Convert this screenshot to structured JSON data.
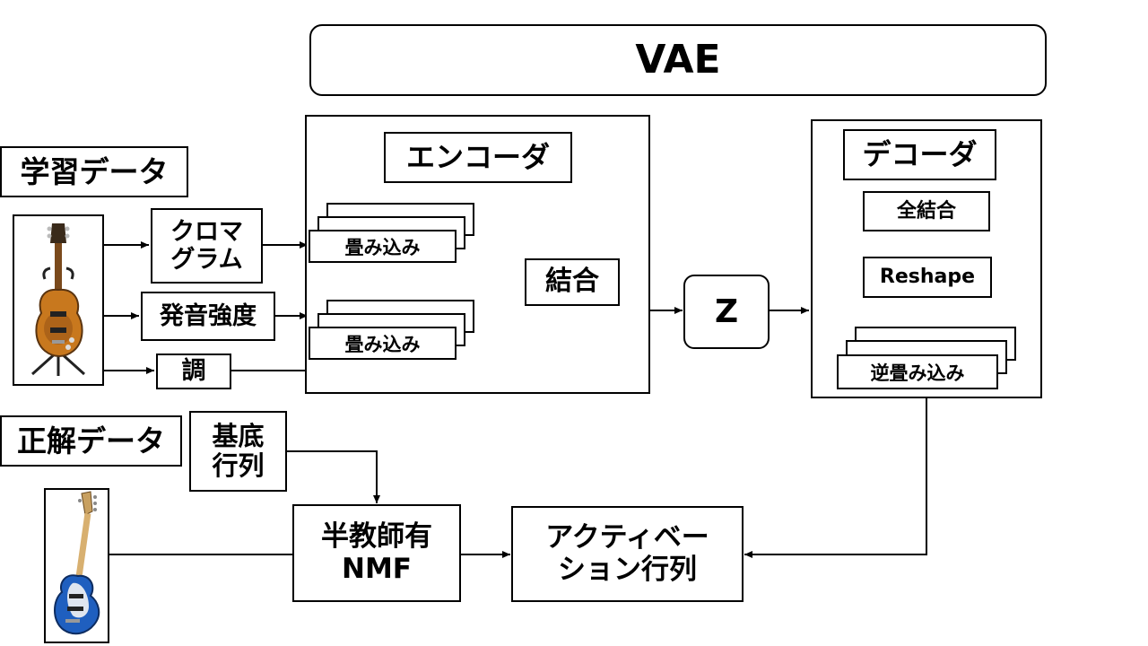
{
  "vae_title": "VAE",
  "training_data_label": "学習データ",
  "ground_truth_label": "正解データ",
  "encoder": {
    "title": "エンコーダ",
    "conv_label_1": "畳み込み",
    "conv_label_2": "畳み込み",
    "concat_label": "結合"
  },
  "inputs": {
    "chromagram": "クロマ\nグラム",
    "onset_strength": "発音強度",
    "key": "調"
  },
  "latent_label": "Z",
  "decoder": {
    "title": "デコーダ",
    "fully_connected": "全結合",
    "reshape": "Reshape",
    "deconv": "逆畳み込み"
  },
  "basis_matrix": "基底\n行列",
  "semi_supervised_nmf": "半教師有\nNMF",
  "activation_matrix": "アクティベー\nション行列",
  "colors": {
    "stroke": "#000000",
    "guitar_body": "#c8781e",
    "bass_body": "#1f5fbf"
  },
  "icons": [
    "electric-guitar-icon",
    "bass-guitar-icon"
  ]
}
